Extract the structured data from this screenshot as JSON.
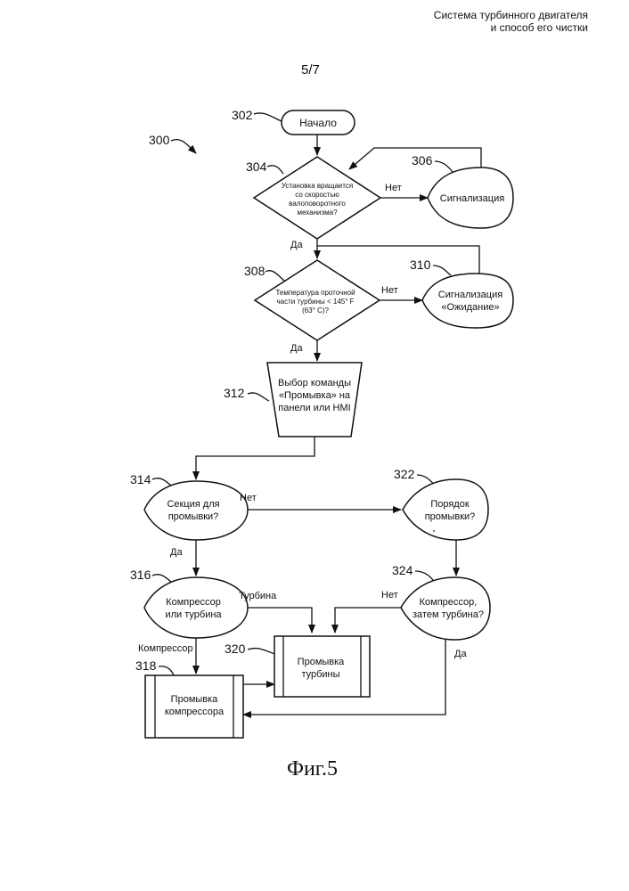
{
  "header": {
    "line1": "Система турбинного двигателя",
    "line2": "и способ его чистки"
  },
  "page_number": "5/7",
  "figure_caption": "Фиг.5",
  "refs": {
    "r300": "300",
    "r302": "302",
    "r304": "304",
    "r306": "306",
    "r308": "308",
    "r310": "310",
    "r312": "312",
    "r314": "314",
    "r316": "316",
    "r318": "318",
    "r320": "320",
    "r322": "322",
    "r324": "324"
  },
  "nodes": {
    "start": "Начало",
    "d304": [
      "Установка вращается",
      "со скоростью",
      "валоповоротного",
      "механизма?"
    ],
    "alarm306": "Сигнализация",
    "d308": [
      "Температура проточной",
      "части турбины < 145° F",
      "(63° C)?"
    ],
    "alarm310": [
      "Сигнализация",
      "«Ожидание»"
    ],
    "select312": [
      "Выбор команды",
      "«Промывка» на",
      "панели или HMI"
    ],
    "d314": [
      "Секция для",
      "промывки?"
    ],
    "d322": [
      "Порядок",
      "промывки?"
    ],
    "d316": [
      "Компрессор",
      "или турбина"
    ],
    "d324": [
      "Компрессор,",
      "затем турбина?"
    ],
    "wash320": [
      "Промывка",
      "турбины"
    ],
    "wash318": [
      "Промывка",
      "компрессора"
    ]
  },
  "edges": {
    "no_304": "Нет",
    "yes_304": "Да",
    "no_308": "Нет",
    "yes_308": "Да",
    "no_314": "Нет",
    "yes_314": "Да",
    "turbine_316": "Турбина",
    "compressor_316": "Компрессор",
    "no_324": "Нет",
    "yes_324": "Да"
  }
}
